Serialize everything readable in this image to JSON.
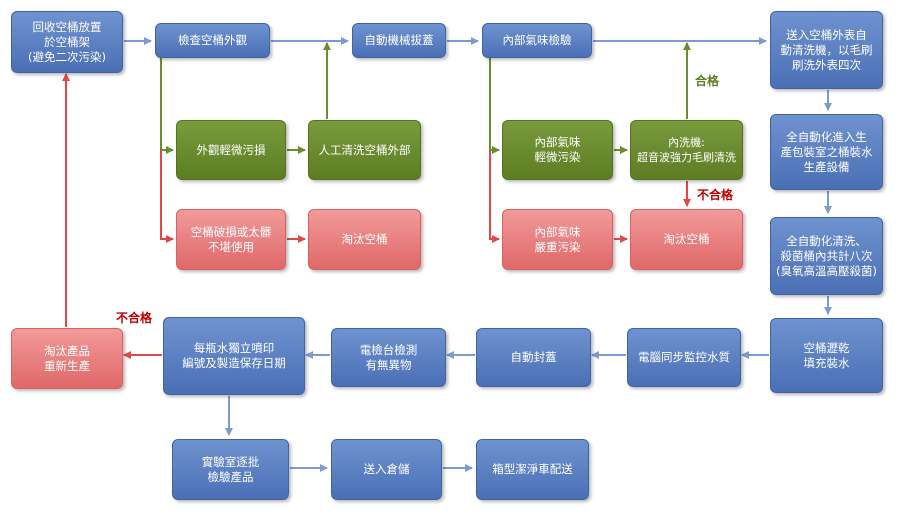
{
  "steps": {
    "recycle": "回收空桶放置\n於空桶架\n(避免二次污染)",
    "inspect_exterior": "檢查空桶外觀",
    "auto_uncap": "自動機械拔蓋",
    "odor_check": "內部氣味檢驗",
    "exterior_wash": "送入空桶外表自\n動清洗機，以毛刷\n刷洗外表四次",
    "enter_room": "全自動化進入生\n產包裝室之桶裝水\n生產設備",
    "sterilize": "全自動化清洗、\n殺菌桶內共計八次\n(臭氧高溫高壓殺菌)",
    "fill": "空桶瀝乾\n填充裝水",
    "monitor": "電腦同步監控水質",
    "auto_cap": "自動封蓋",
    "inspect_foreign": "電檢台檢測\n有無異物",
    "print_code": "每瓶水獨立噴印\n編號及製造保存日期",
    "reject_reproduce": "淘汰產品\n重新生產",
    "lab_test": "實驗室逐批\n檢驗產品",
    "warehouse": "送入倉儲",
    "delivery": "箱型潔淨車配送"
  },
  "branches": {
    "minor_stain": "外觀輕微污損",
    "manual_wash": "人工清洗空桶外部",
    "damaged": "空桶破損或太髒\n不堪使用",
    "reject_1": "淘汰空桶",
    "minor_odor": "內部氣味\n輕微污染",
    "inner_wash": "內洗機:\n超音波強力毛刷清洗",
    "severe_odor": "內部氣味\n嚴重污染",
    "reject_2": "淘汰空桶"
  },
  "labels": {
    "pass": "合格",
    "fail_inner": "不合格",
    "fail_print": "不合格"
  },
  "colors": {
    "process_box": "#4a6fb5",
    "caution_box": "#5c7d22",
    "reject_box": "#e06868",
    "main_arrow": "#7b9bd3",
    "caution_arrow": "#6a8f2a",
    "reject_arrow": "#e04848",
    "pass_text": "#5c7d22",
    "fail_text": "#c00000"
  }
}
